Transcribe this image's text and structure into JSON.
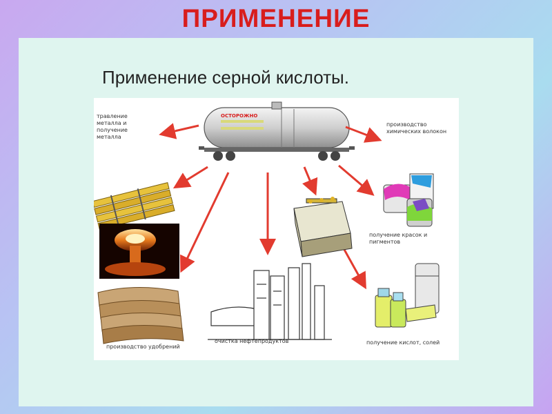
{
  "slide": {
    "title": "ПРИМЕНЕНИЕ"
  },
  "diagram": {
    "title": "Применение серной кислоты.",
    "tank_label": "ОСТОРОЖНО",
    "labels": {
      "metal": "травление\nметалла и\nполучение\nметалла",
      "fibers": "производство\nхимических волокон",
      "paints": "получение красок и\nпигментов",
      "fertilizers": "производство удобрений",
      "oil": "очистка нефтепродуктов",
      "acids": "получение кислот, солей"
    },
    "colors": {
      "title_red": "#d81d1d",
      "arrow_red": "#e23b2f"
    }
  }
}
